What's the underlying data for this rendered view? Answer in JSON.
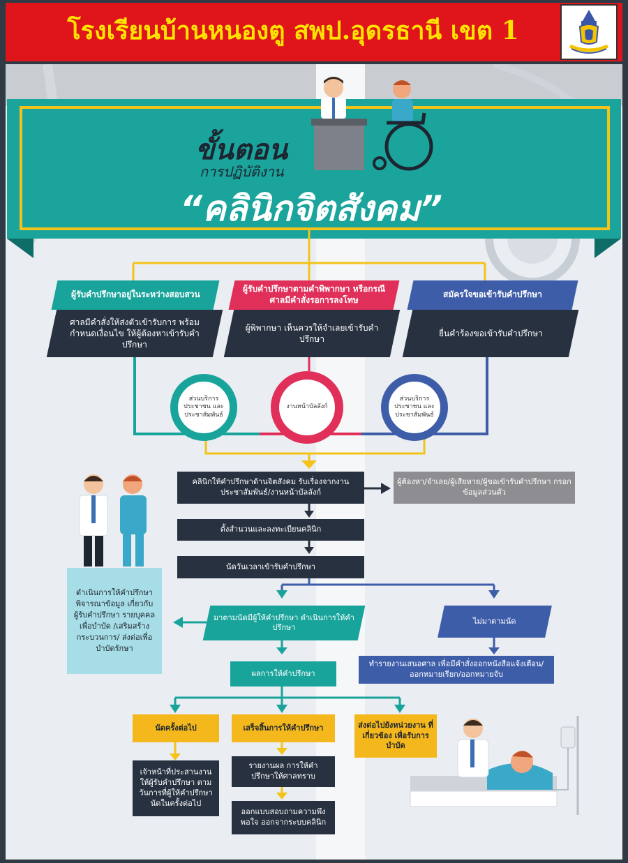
{
  "banner": {
    "title": "โรงเรียนบ้านหนองตู สพป.อุดรธานี เขต 1"
  },
  "header": {
    "title": "ขั้นตอน",
    "subtitle": "การปฏิบัติงาน",
    "main": "“คลินิกจิตสังคม”"
  },
  "tracks": [
    {
      "tag": "ผู้รับคำปรึกษาอยู่ในระหว่างสอบสวน",
      "desc": "ศาลมีคำสั่งให้ส่งตัวเข้ารับการ พร้อมกำหนดเงื่อนไข ให้ผู้ต้องหาเข้ารับคำปรึกษา",
      "ring": "ส่วนบริการประชาชน และประชาสัมพันธ์"
    },
    {
      "tag": "ผู้รับคำปรึกษาตามคำพิพากษา หรือกรณีศาลมีคำสั่งรอการลงโทษ",
      "desc": "ผู้พิพากษา เห็นควรให้จำเลยเข้ารับคำปรึกษา",
      "ring": "งานหน้าบัลลังก์"
    },
    {
      "tag": "สมัครใจขอเข้ารับคำปรึกษา",
      "desc": "ยื่นคำร้องขอเข้ารับคำปรึกษา",
      "ring": "ส่วนบริการประชาชน และประชาสัมพันธ์"
    }
  ],
  "flow": {
    "step1": "คลินิกให้คำปรึกษาด้านจิตสังคม รับเรื่องจากงานประชาสัมพันธ์/งานหน้าบัลลังก์",
    "step1_side": "ผู้ต้องหา/จำเลย/ผู้เสียหาย/ผู้ขอเข้ารับคำปรึกษา กรอกข้อมูลส่วนตัว",
    "step2": "ตั้งสำนวนและลงทะเบียนคลินิก",
    "step3": "นัดวันเวลาเข้ารับคำปรึกษา",
    "left_note": "ดำเนินการให้คำปรึกษา พิจารณาข้อมูล เกี่ยวกับผู้รับคำปรึกษา รายบุคคลเพื่อบำบัด /เสริมสร้างกระบวนการ/ ส่งต่อเพื่อบำบัดรักษา",
    "attend": "มาตามนัดมีผู้ให้คำปรึกษา ดำเนินการให้คำปรึกษา",
    "no_show": "ไม่มาตามนัด",
    "no_show_action": "ทำรายงานเสนอศาล เพื่อมีคำสั่งออกหนังสือแจ้งเตือน/ ออกหมายเรียก/ออกหมายจับ",
    "result": "ผลการให้คำปรึกษา",
    "out1": "นัดครั้งต่อไป",
    "out1_desc": "เจ้าหน้าที่ประสานงาน ให้ผู้รับคำปรึกษา ตามวันการที่ผู้ให้คำปรึกษา นัดในครั้งต่อไป",
    "out2": "เสร็จสิ้นการให้คำปรึกษา",
    "out2_desc1": "รายงานผล การให้คำปรึกษาให้ศาลทราบ",
    "out2_desc2": "ออกแบบสอบถามความพึงพอใจ ออกจากระบบคลินิก",
    "out3": "ส่งต่อไปยังหน่วยงาน ที่เกี่ยวข้อง เพื่อรับการบำบัด"
  },
  "colors": {
    "teal": "#1aa49c",
    "yellow": "#f3c319",
    "red": "#e0305a",
    "blue": "#3e5da9",
    "navy": "#273140"
  }
}
